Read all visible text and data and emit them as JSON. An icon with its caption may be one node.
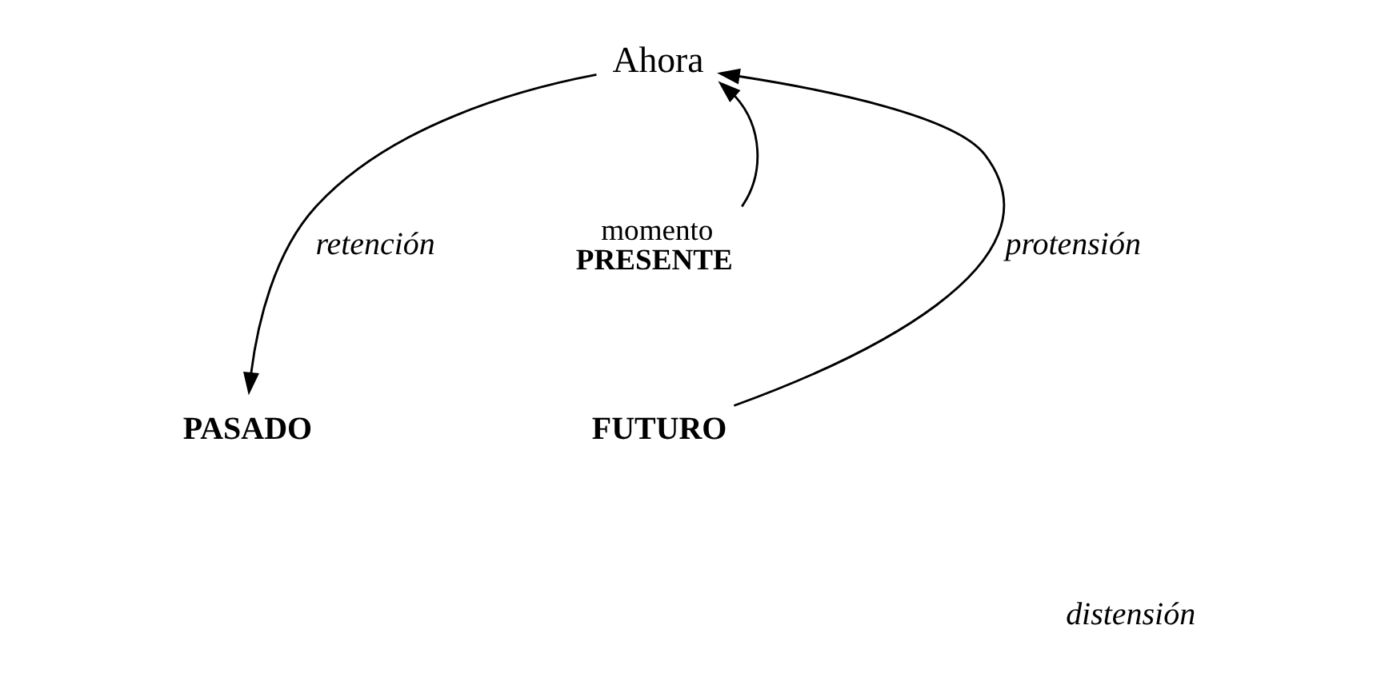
{
  "diagram": {
    "nodes": [
      {
        "text": [
          "Ahora"
        ]
      },
      {
        "text": [
          "PASADO"
        ]
      },
      {
        "text": [
          "FUTURO"
        ]
      },
      {
        "text": [
          "momento",
          "PRESENTE"
        ]
      }
    ],
    "edges": [
      {
        "from": 0,
        "to": 1,
        "arrow": "to",
        "label": "retención"
      },
      {
        "from": 2,
        "to": 0,
        "arrow": "to",
        "label": "protensión"
      },
      {
        "from": 3,
        "to": 0,
        "arrow": "to"
      }
    ],
    "labels": [
      "distensión"
    ]
  }
}
